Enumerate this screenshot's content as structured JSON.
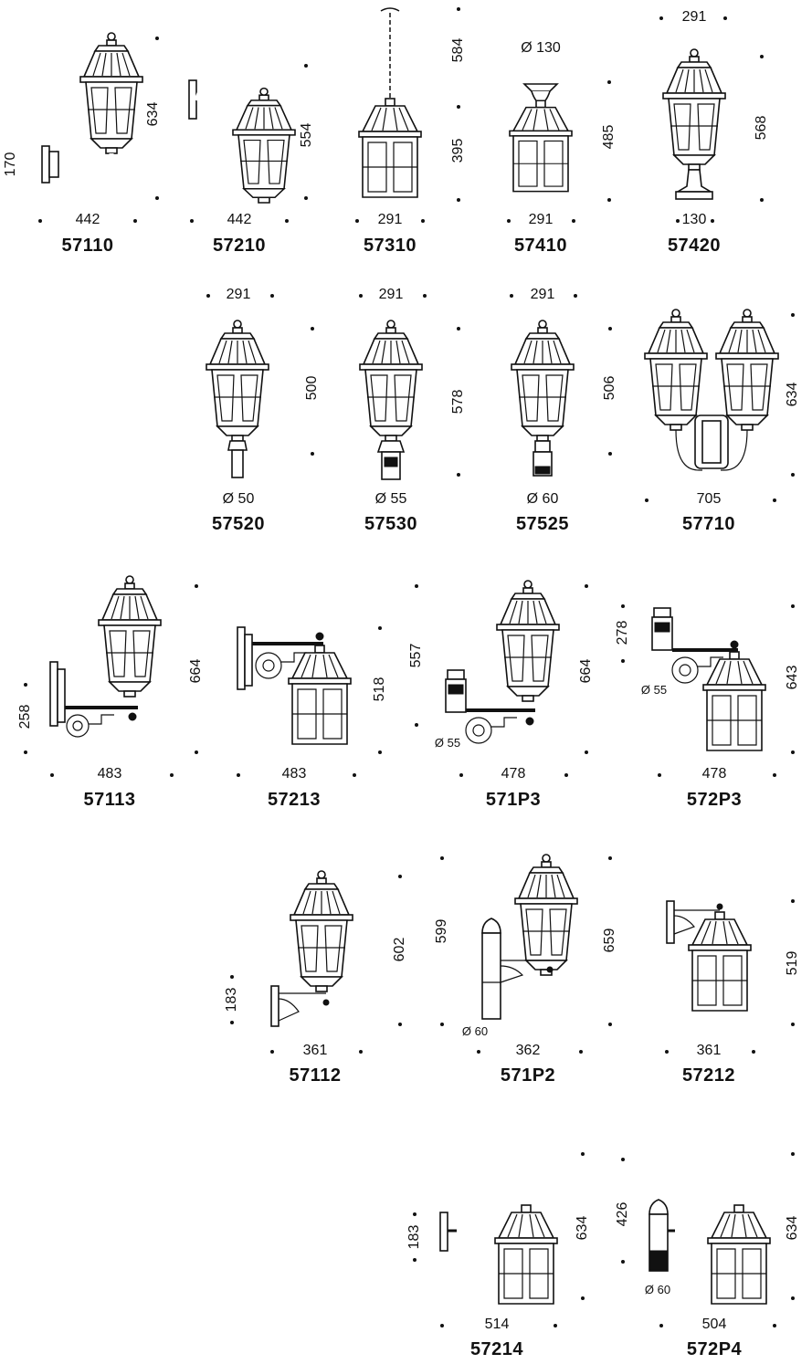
{
  "products": [
    {
      "code": "57110",
      "width": "442",
      "height": "634",
      "extra": "170"
    },
    {
      "code": "57210",
      "width": "442",
      "height": "554"
    },
    {
      "code": "57310",
      "width": "291",
      "height": "395",
      "extra": "584"
    },
    {
      "code": "57410",
      "width": "291",
      "height": "485",
      "top": "Ø 130"
    },
    {
      "code": "57420",
      "width": "130",
      "height": "568",
      "top": "291"
    },
    {
      "code": "57520",
      "width": "Ø 50",
      "height": "500",
      "top": "291"
    },
    {
      "code": "57530",
      "width": "Ø 55",
      "height": "578",
      "top": "291"
    },
    {
      "code": "57525",
      "width": "Ø 60",
      "height": "506",
      "top": "291"
    },
    {
      "code": "57710",
      "width": "705",
      "height": "634"
    },
    {
      "code": "57113",
      "width": "483",
      "height": "664",
      "extra": "258"
    },
    {
      "code": "57213",
      "width": "483",
      "height": "518"
    },
    {
      "code": "571P3",
      "width": "478",
      "height": "664",
      "extra": "557",
      "note": "Ø 55"
    },
    {
      "code": "572P3",
      "width": "478",
      "height": "643",
      "extra": "278",
      "note": "Ø 55"
    },
    {
      "code": "57112",
      "width": "361",
      "height": "602",
      "extra": "183"
    },
    {
      "code": "571P2",
      "width": "362",
      "height": "659",
      "extra": "599",
      "note": "Ø 60"
    },
    {
      "code": "57212",
      "width": "361",
      "height": "519"
    },
    {
      "code": "57214",
      "width": "514",
      "height": "634",
      "extra": "183"
    },
    {
      "code": "572P4",
      "width": "504",
      "height": "634",
      "extra": "426",
      "note": "Ø 60"
    }
  ]
}
